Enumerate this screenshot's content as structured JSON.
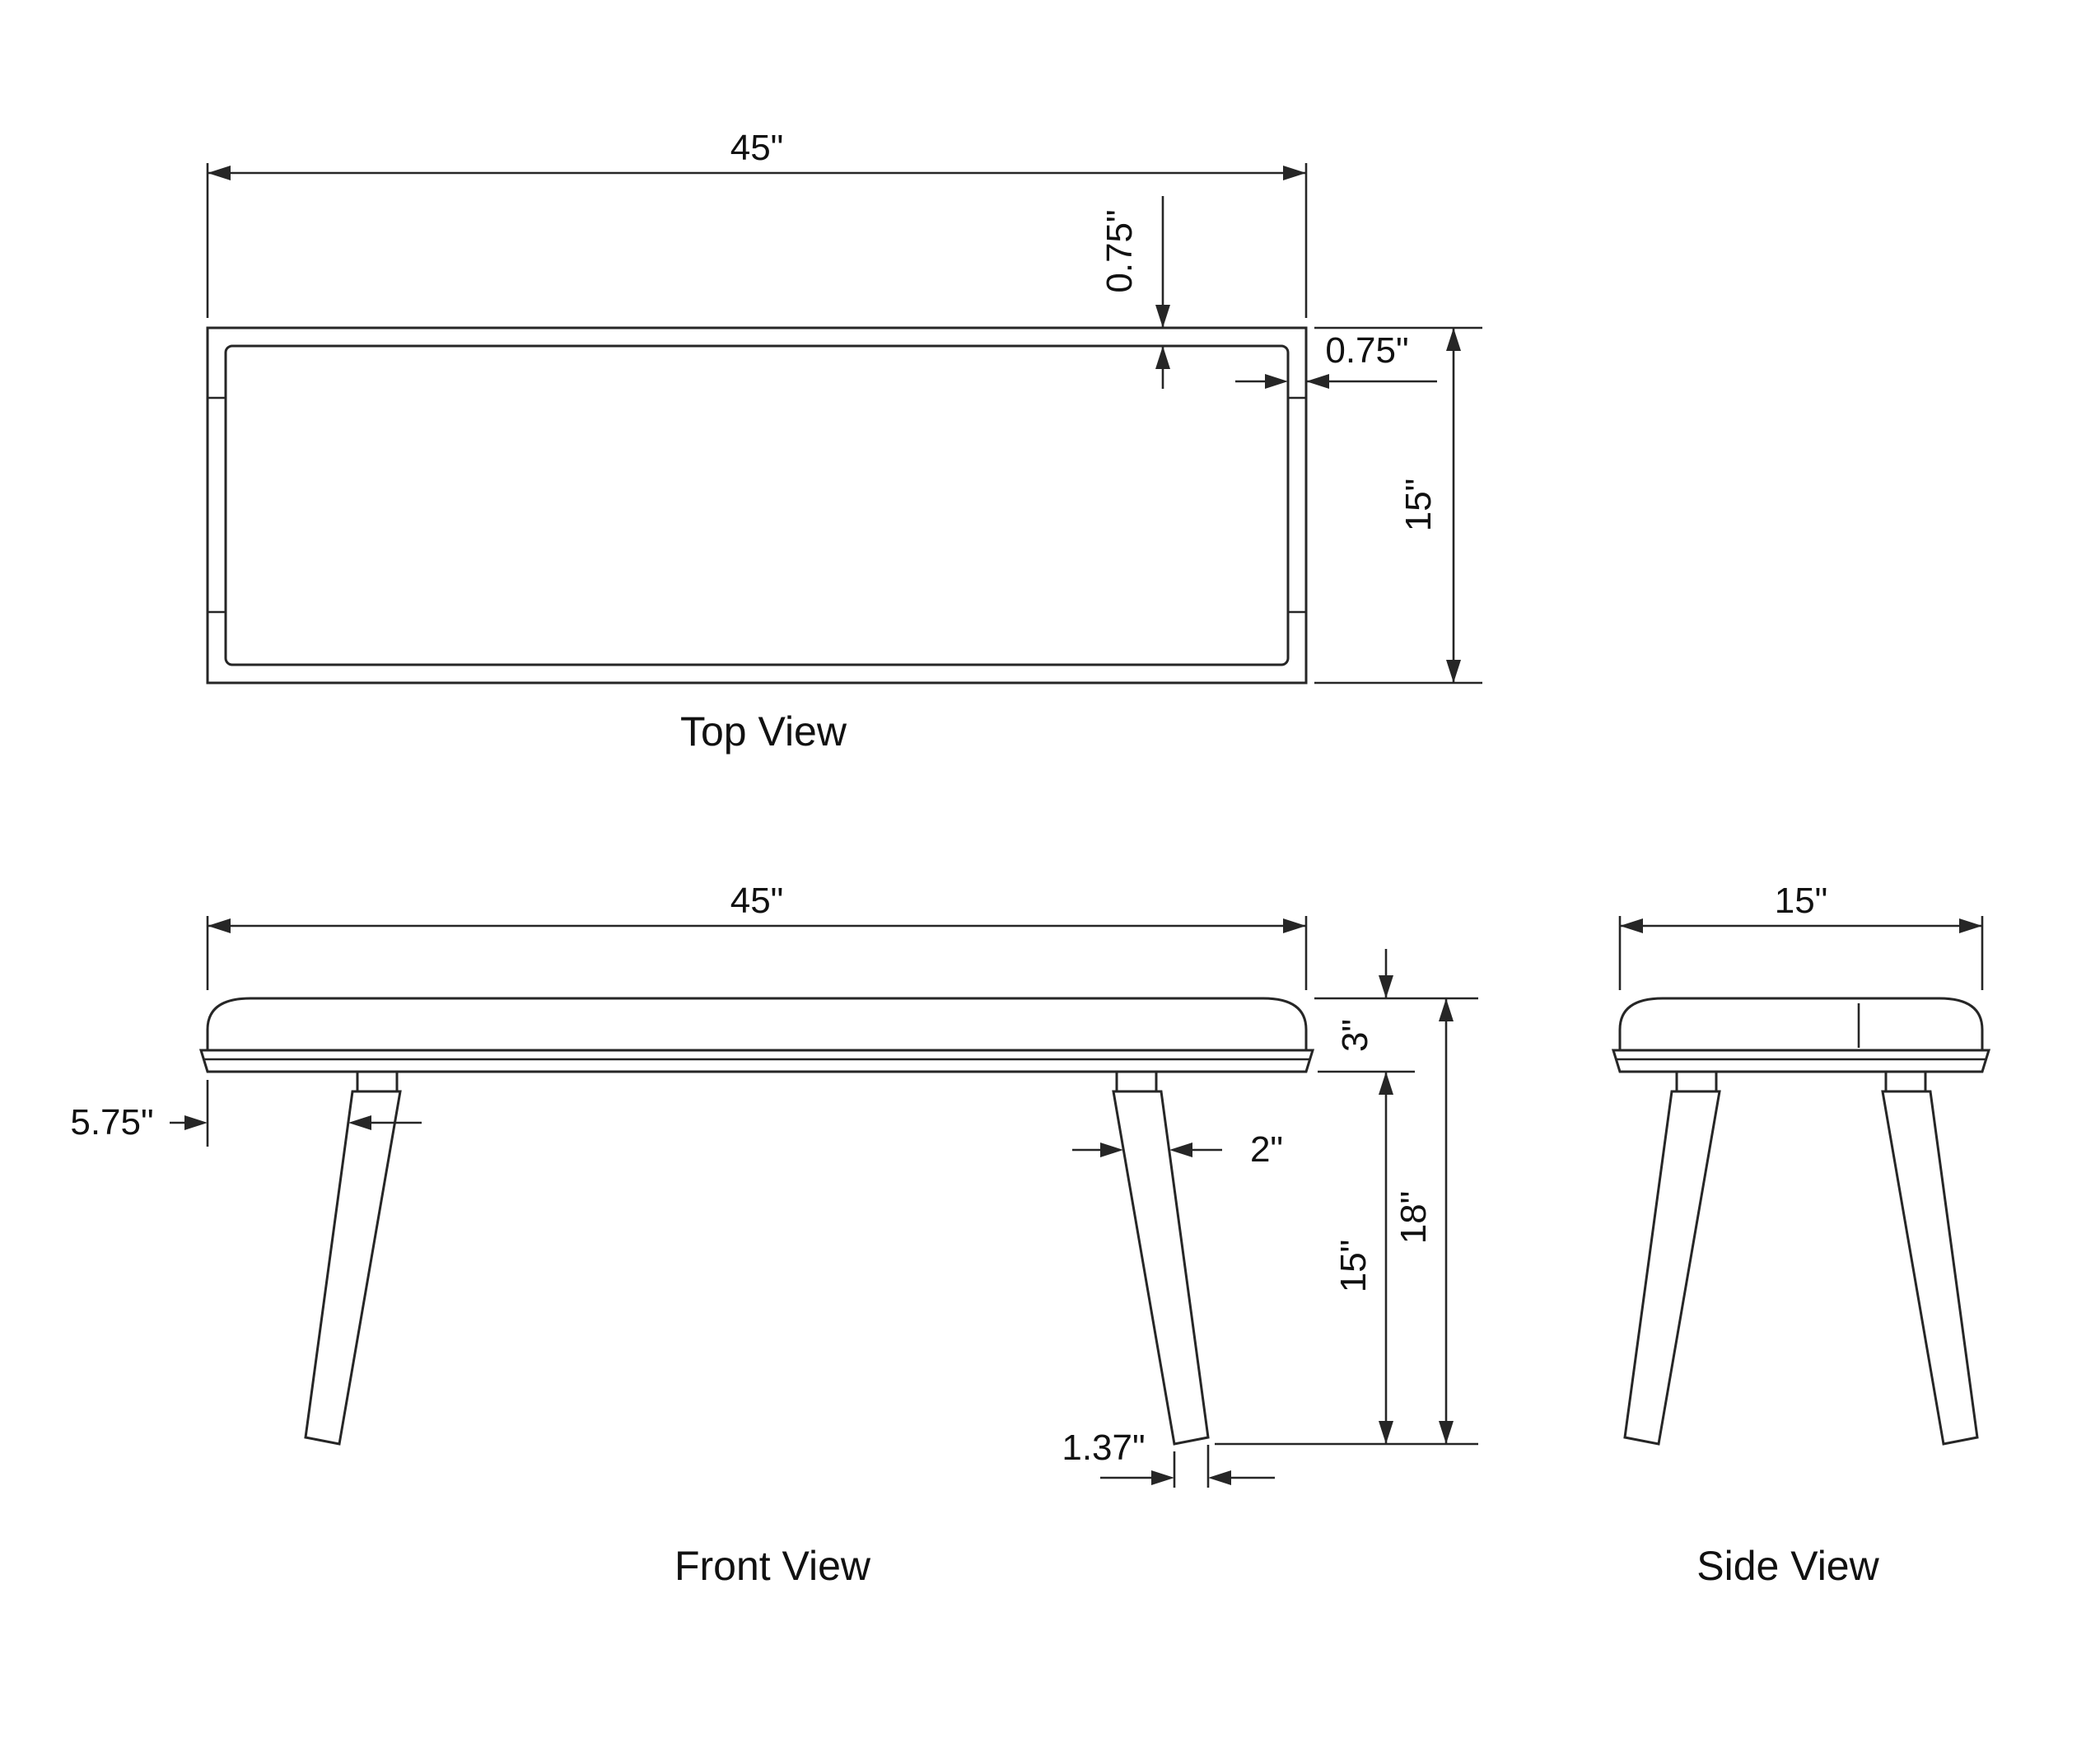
{
  "drawing": {
    "type": "furniture-dimension-drawing",
    "subject": "bench",
    "background": "#ffffff",
    "line_color": "#262626"
  },
  "views": {
    "top": {
      "label": "Top View",
      "dims": {
        "width": "45\"",
        "depth": "15\"",
        "edge_top": "0.75\"",
        "edge_side": "0.75\""
      }
    },
    "front": {
      "label": "Front View",
      "dims": {
        "width": "45\"",
        "cushion_height": "3\"",
        "leg_height": "15\"",
        "overall_height": "18\"",
        "leg_inset": "5.75\"",
        "leg_top_width": "2\"",
        "leg_bottom_width": "1.37\""
      }
    },
    "side": {
      "label": "Side View",
      "dims": {
        "depth": "15\""
      }
    }
  }
}
